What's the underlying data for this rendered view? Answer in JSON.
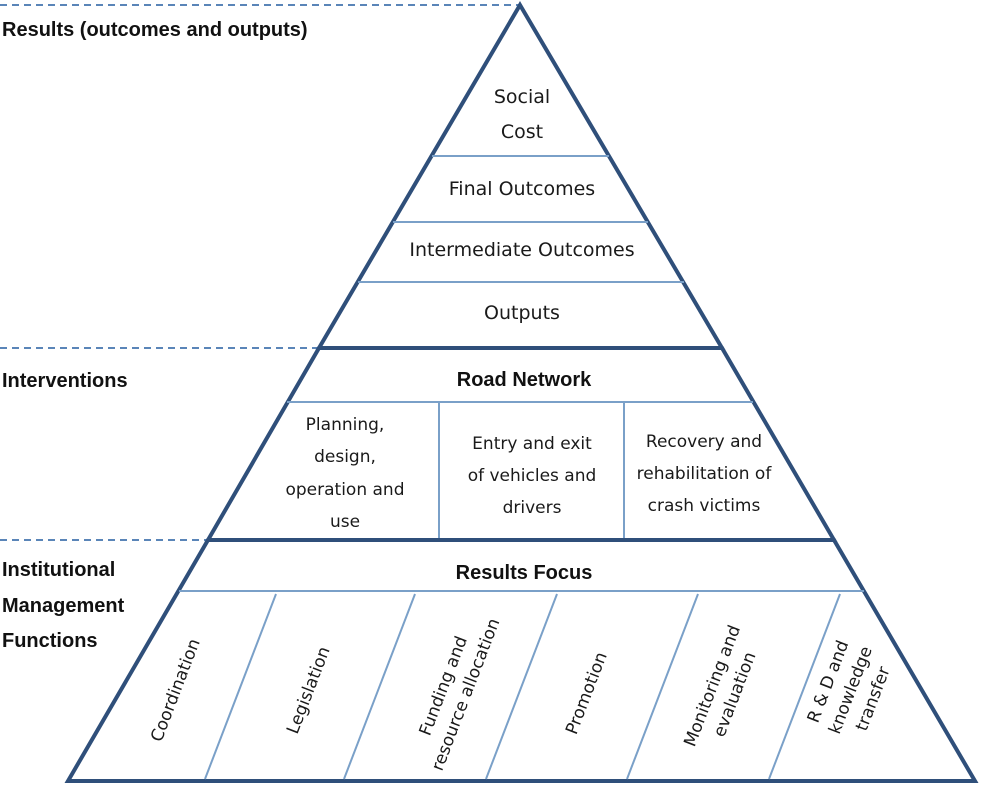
{
  "colors": {
    "outline": "#2f4f7a",
    "divider": "#7aa0c8",
    "dash": "#5a85b8"
  },
  "side_labels": {
    "results": "Results (outcomes and outputs)",
    "interventions": "Interventions",
    "institutional": [
      "Institutional",
      "Management",
      "Functions"
    ]
  },
  "results": {
    "social_cost": [
      "Social",
      "Cost"
    ],
    "final_outcomes": "Final Outcomes",
    "intermediate_outcomes": "Intermediate Outcomes",
    "outputs": "Outputs"
  },
  "interventions": {
    "header": "Road Network",
    "boxes": [
      {
        "lines": [
          "Planning,",
          "design,",
          "operation and",
          "use"
        ]
      },
      {
        "lines": [
          "Entry and exit",
          "of vehicles and",
          "drivers"
        ]
      },
      {
        "lines": [
          "Recovery and",
          "rehabilitation of",
          "crash victims"
        ]
      }
    ]
  },
  "institutional": {
    "header": "Results Focus",
    "functions": [
      {
        "lines": [
          "Coordination"
        ]
      },
      {
        "lines": [
          "Legislation"
        ]
      },
      {
        "lines": [
          "Funding and",
          "resource allocation"
        ]
      },
      {
        "lines": [
          "Promotion"
        ]
      },
      {
        "lines": [
          "Monitoring and",
          "evaluation"
        ]
      },
      {
        "lines": [
          "R & D and",
          "knowledge",
          "transfer"
        ]
      }
    ]
  }
}
